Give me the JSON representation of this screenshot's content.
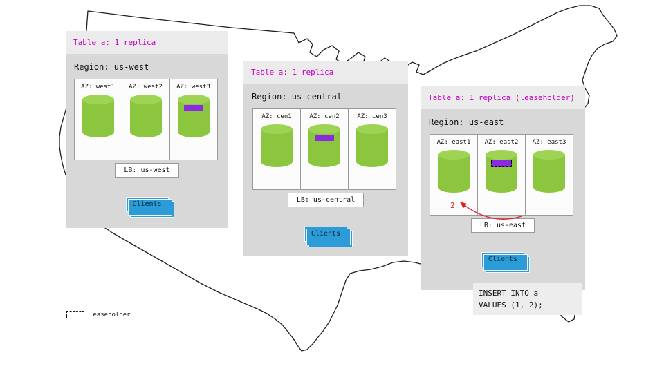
{
  "panels": [
    {
      "header": "Table a: 1 replica",
      "region": "Region: us-west",
      "azs": [
        {
          "label": "AZ: west1"
        },
        {
          "label": "AZ: west2"
        },
        {
          "label": "AZ: west3"
        }
      ],
      "lb": "LB: us-west",
      "clients": "Clients"
    },
    {
      "header": "Table a: 1 replica",
      "region": "Region: us-central",
      "azs": [
        {
          "label": "AZ: cen1"
        },
        {
          "label": "AZ: cen2"
        },
        {
          "label": "AZ: cen3"
        }
      ],
      "lb": "LB: us-central",
      "clients": "Clients"
    },
    {
      "header": "Table a: 1 replica (leaseholder)",
      "region": "Region: us-east",
      "azs": [
        {
          "label": "AZ: east1"
        },
        {
          "label": "AZ: east2"
        },
        {
          "label": "AZ: east3"
        }
      ],
      "lb": "LB: us-east",
      "clients": "Clients"
    }
  ],
  "sql": {
    "line1": "INSERT INTO a",
    "line2": "VALUES (1, 2);"
  },
  "annotation": {
    "step": "2"
  },
  "legend": {
    "label": "leaseholder"
  },
  "colors": {
    "header_text": "#c400c4",
    "replica_green": "#8cc63e",
    "range_marker_purple": "#8a2be2",
    "clients_blue": "#2b9cd8",
    "arrow_red": "#e02020",
    "panel_body": "#d8d8d8",
    "panel_header": "#ebebeb"
  }
}
